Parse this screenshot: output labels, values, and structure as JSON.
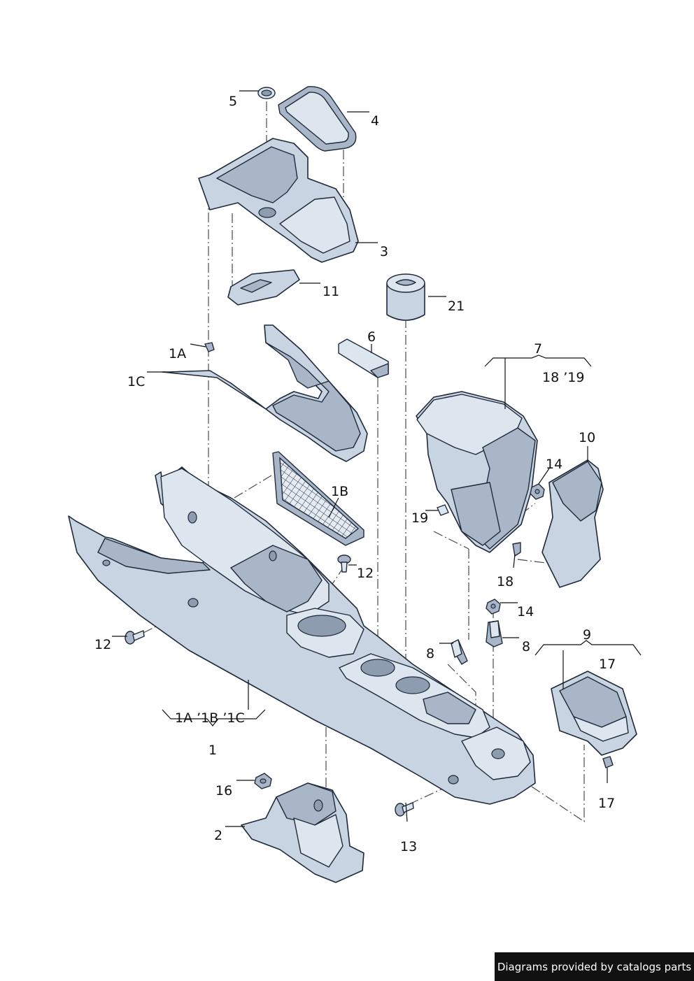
{
  "callouts": {
    "c5": "5",
    "c4": "4",
    "c3": "3",
    "c11": "11",
    "c21": "21",
    "c6": "6",
    "c7": "7",
    "c7sub": "18 ’19",
    "c1a": "1A",
    "c1c": "1C",
    "c10": "10",
    "c14a": "14",
    "c1b": "1B",
    "c19": "19",
    "c12a": "12",
    "c18": "18",
    "c14b": "14",
    "c12b": "12",
    "c8a": "8",
    "c8b": "8",
    "c9": "9",
    "c17a": "17",
    "c1sub": "1A ’1B ’1C",
    "c1": "1",
    "c16": "16",
    "c2": "2",
    "c13": "13",
    "c17b": "17"
  },
  "footer": {
    "text": "Diagrams provided by catalogs parts"
  },
  "colors": {
    "part_fill": "#c9d4e2",
    "outline": "#1e2a3a",
    "footer_bg": "#111111"
  }
}
